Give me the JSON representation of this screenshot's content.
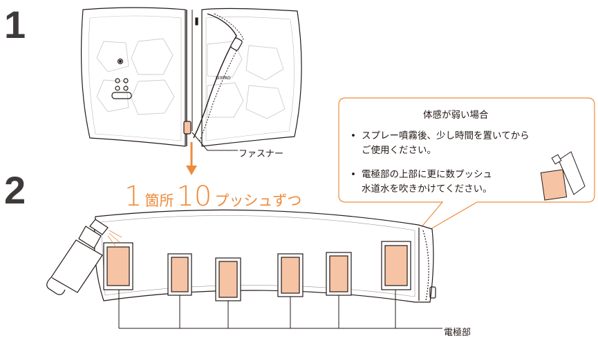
{
  "steps": [
    "1",
    "2"
  ],
  "zipper_label": "ファスナー",
  "headline": {
    "n1": "1",
    "t1": "箇所",
    "n2": "10",
    "t2": "プッシュずつ"
  },
  "callout": {
    "title": "体感が弱い場合",
    "bullets": [
      {
        "line1": "スプレー噴霧後、少し時間を置いてから",
        "line2": "ご使用ください。"
      },
      {
        "line1": "電極部の上部に更に数プッシュ",
        "line2": "水道水を吹きかけてください。"
      }
    ]
  },
  "electrode_label": "電極部",
  "logo_text": "SIXPAD",
  "colors": {
    "accent": "#ee8a3a",
    "pad": "#f6c4a4",
    "line": "#231815"
  },
  "icons": [
    "spray-bottle-icon",
    "down-arrow-icon",
    "bullet-dot-icon"
  ]
}
